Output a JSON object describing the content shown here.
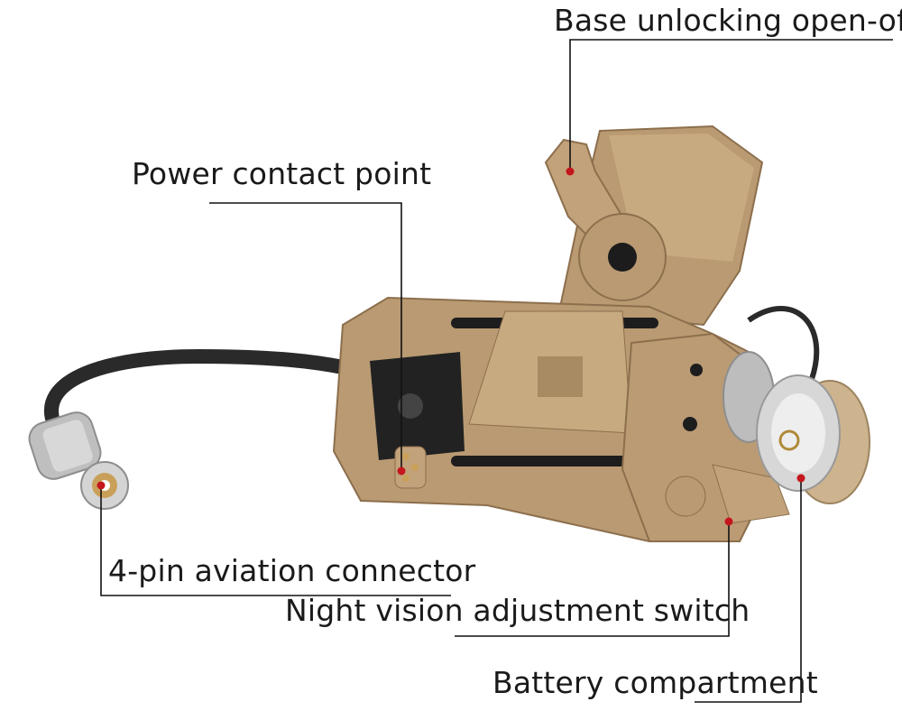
{
  "labels": {
    "base_unlocking": "Base unlocking open-off",
    "power_contact": "Power contact point",
    "aviation_connector": "4-pin aviation connector",
    "night_vision_switch": "Night vision adjustment switch",
    "battery_compartment": "Battery compartment"
  },
  "colors": {
    "body_tan": "#b99a72",
    "body_shadow": "#8c6f4d",
    "leader_line": "#111111",
    "marker_dot": "#c4161c",
    "cable": "#2a2a2a",
    "metal": "#c9c9c9"
  }
}
